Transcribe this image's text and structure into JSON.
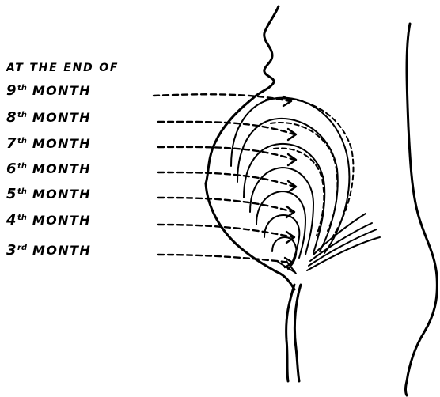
{
  "heading": "AT THE END OF",
  "month_labels": [
    {
      "number": "9",
      "suffix": "th",
      "word": "MONTH"
    },
    {
      "number": "8",
      "suffix": "th",
      "word": "MONTH"
    },
    {
      "number": "7",
      "suffix": "th",
      "word": "MONTH"
    },
    {
      "number": "6",
      "suffix": "th",
      "word": "MONTH"
    },
    {
      "number": "5",
      "suffix": "th",
      "word": "MONTH"
    },
    {
      "number": "4",
      "suffix": "th",
      "word": "MONTH"
    },
    {
      "number": "3",
      "suffix": "rd",
      "word": "MONTH"
    }
  ],
  "colors": {
    "ink": "#000000",
    "background": "#ffffff"
  }
}
